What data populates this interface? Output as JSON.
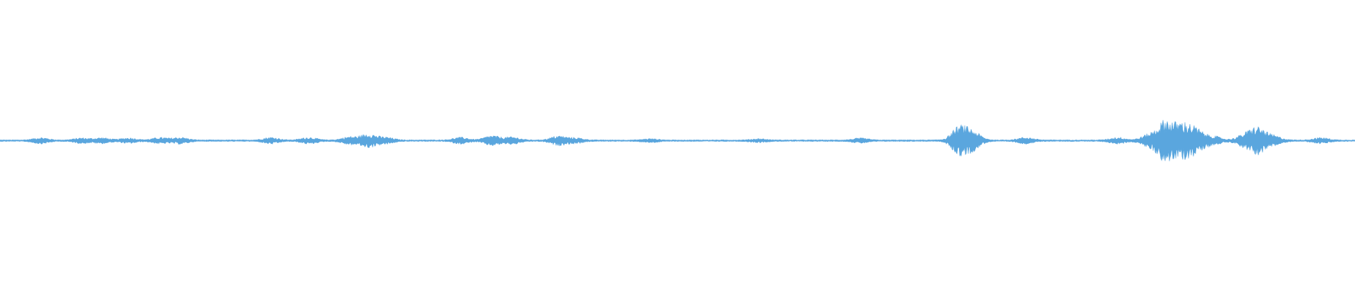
{
  "waveform": {
    "color": "#5aa6de",
    "background": "#ffffff",
    "baseline_amplitude": 0.006,
    "duration_fraction_bursts": [
      {
        "position": 0.03,
        "amplitude": 0.018
      },
      {
        "position": 0.06,
        "amplitude": 0.015
      },
      {
        "position": 0.075,
        "amplitude": 0.017
      },
      {
        "position": 0.095,
        "amplitude": 0.016
      },
      {
        "position": 0.118,
        "amplitude": 0.018
      },
      {
        "position": 0.133,
        "amplitude": 0.02
      },
      {
        "position": 0.2,
        "amplitude": 0.02
      },
      {
        "position": 0.228,
        "amplitude": 0.02
      },
      {
        "position": 0.258,
        "amplitude": 0.024
      },
      {
        "position": 0.272,
        "amplitude": 0.045
      },
      {
        "position": 0.285,
        "amplitude": 0.02
      },
      {
        "position": 0.34,
        "amplitude": 0.02
      },
      {
        "position": 0.363,
        "amplitude": 0.032
      },
      {
        "position": 0.378,
        "amplitude": 0.022
      },
      {
        "position": 0.412,
        "amplitude": 0.03
      },
      {
        "position": 0.425,
        "amplitude": 0.016
      },
      {
        "position": 0.48,
        "amplitude": 0.01
      },
      {
        "position": 0.56,
        "amplitude": 0.01
      },
      {
        "position": 0.635,
        "amplitude": 0.014
      },
      {
        "position": 0.708,
        "amplitude": 0.095
      },
      {
        "position": 0.718,
        "amplitude": 0.06
      },
      {
        "position": 0.757,
        "amplitude": 0.02
      },
      {
        "position": 0.825,
        "amplitude": 0.02
      },
      {
        "position": 0.848,
        "amplitude": 0.04
      },
      {
        "position": 0.86,
        "amplitude": 0.14
      },
      {
        "position": 0.872,
        "amplitude": 0.11
      },
      {
        "position": 0.882,
        "amplitude": 0.08
      },
      {
        "position": 0.895,
        "amplitude": 0.03
      },
      {
        "position": 0.918,
        "amplitude": 0.035
      },
      {
        "position": 0.928,
        "amplitude": 0.09
      },
      {
        "position": 0.94,
        "amplitude": 0.03
      },
      {
        "position": 0.975,
        "amplitude": 0.018
      }
    ]
  }
}
